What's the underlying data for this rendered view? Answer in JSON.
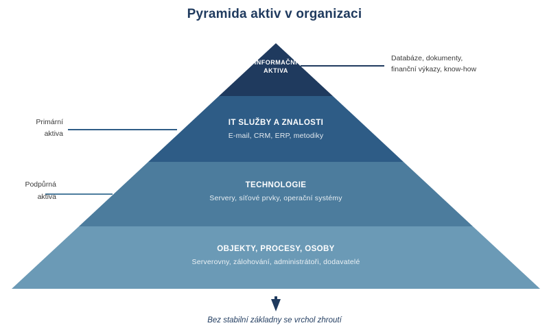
{
  "title": "Pyramida aktiv v organizaci",
  "colors": {
    "title": "#1f3a5e",
    "annotation_text": "#3a3a3a",
    "arrow": "#1f3a5e",
    "caption": "#1f3a5e"
  },
  "pyramid": {
    "tiers": [
      {
        "heading": "INFORMAČNÍ AKTIVA",
        "subtitle": "",
        "color": "#1f3a5e"
      },
      {
        "heading": "IT SLUŽBY A ZNALOSTI",
        "subtitle": "E-mail, CRM, ERP, metodiky",
        "color": "#2e5c86"
      },
      {
        "heading": "TECHNOLOGIE",
        "subtitle": "Servery, síťové prvky, operační systémy",
        "color": "#4c7c9d"
      },
      {
        "heading": "OBJEKTY, PROCESY, OSOBY",
        "subtitle": "Serverovny, zálohování, administrátoři, dodavatelé",
        "color": "#6b9ab6"
      }
    ]
  },
  "annotations": {
    "right_databases": {
      "text": "Databáze, dokumenty,\nfinanční výkazy, know-how",
      "line_color": "#1f3a5e"
    },
    "left_primary": {
      "text": "Primární\naktiva",
      "line_color": "#2e5c86"
    },
    "left_support": {
      "text": "Podpůrná\naktiva",
      "line_color": "#4c7c9d"
    }
  },
  "footer": {
    "caption": "Bez stabilní základny se vrchol zhroutí"
  }
}
